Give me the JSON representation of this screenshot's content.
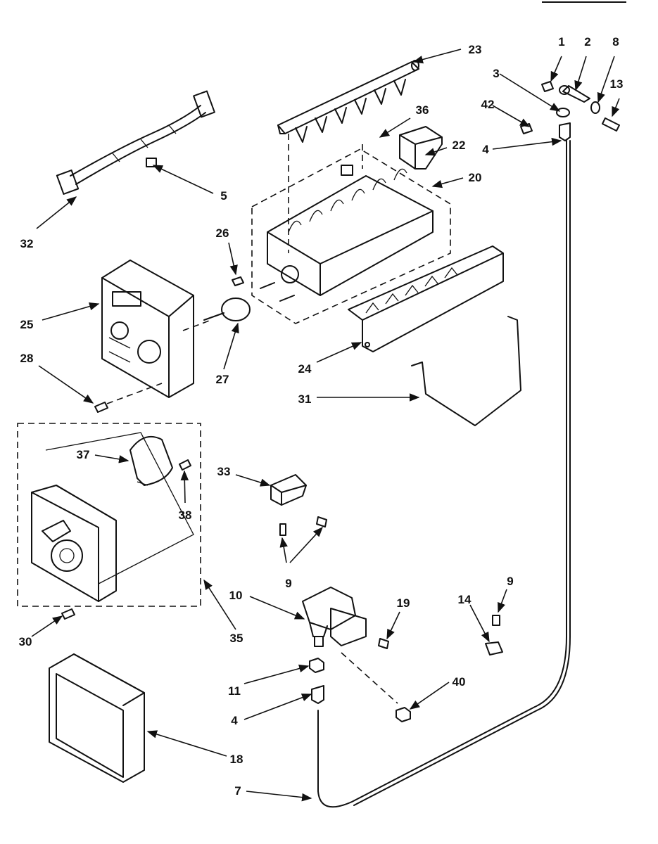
{
  "diagram": {
    "callouts": [
      {
        "id": "c1",
        "text": "1"
      },
      {
        "id": "c2",
        "text": "2"
      },
      {
        "id": "c8",
        "text": "8"
      },
      {
        "id": "c13",
        "text": "13"
      },
      {
        "id": "c3",
        "text": "3"
      },
      {
        "id": "c42",
        "text": "42"
      },
      {
        "id": "c4a",
        "text": "4"
      },
      {
        "id": "c23",
        "text": "23"
      },
      {
        "id": "c36",
        "text": "36"
      },
      {
        "id": "c22",
        "text": "22"
      },
      {
        "id": "c20",
        "text": "20"
      },
      {
        "id": "c5",
        "text": "5"
      },
      {
        "id": "c32",
        "text": "32"
      },
      {
        "id": "c26",
        "text": "26"
      },
      {
        "id": "c25",
        "text": "25"
      },
      {
        "id": "c27",
        "text": "27"
      },
      {
        "id": "c28",
        "text": "28"
      },
      {
        "id": "c24",
        "text": "24"
      },
      {
        "id": "c31",
        "text": "31"
      },
      {
        "id": "c37",
        "text": "37"
      },
      {
        "id": "c38",
        "text": "38"
      },
      {
        "id": "c33",
        "text": "33"
      },
      {
        "id": "c9a",
        "text": "9"
      },
      {
        "id": "c9b",
        "text": "9"
      },
      {
        "id": "c14",
        "text": "14"
      },
      {
        "id": "c10",
        "text": "10"
      },
      {
        "id": "c19",
        "text": "19"
      },
      {
        "id": "c35",
        "text": "35"
      },
      {
        "id": "c30",
        "text": "30"
      },
      {
        "id": "c11",
        "text": "11"
      },
      {
        "id": "c40",
        "text": "40"
      },
      {
        "id": "c4b",
        "text": "4"
      },
      {
        "id": "c18",
        "text": "18"
      },
      {
        "id": "c7",
        "text": "7"
      }
    ]
  }
}
